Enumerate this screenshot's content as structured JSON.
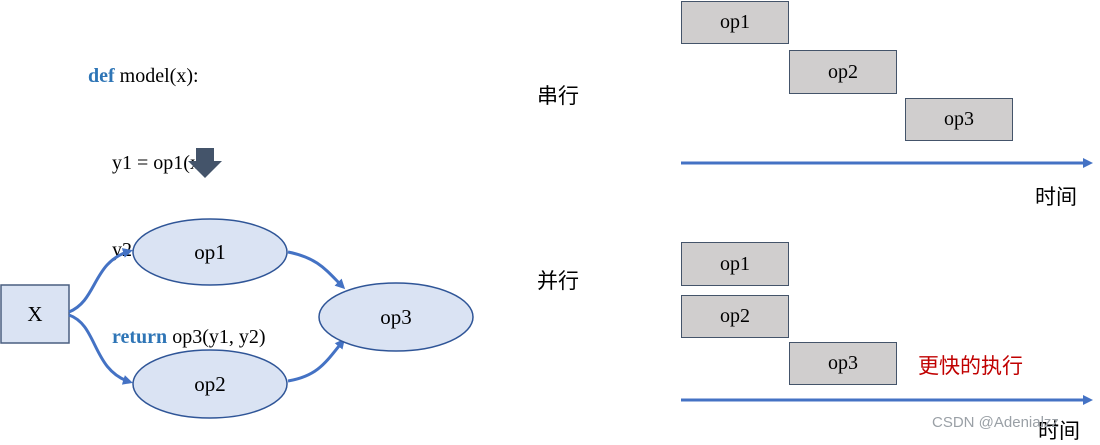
{
  "code": {
    "line1_kw": "def",
    "line1_rest": " model(x):",
    "line2": "y1 = op1(x)",
    "line3": "y2 = op2(x)",
    "line4_kw": "return",
    "line4_rest": " op3(y1, y2)"
  },
  "graph": {
    "input": "X",
    "op1": "op1",
    "op2": "op2",
    "op3": "op3"
  },
  "serial": {
    "label": "串行",
    "ops": [
      "op1",
      "op2",
      "op3"
    ],
    "time_label": "时间"
  },
  "parallel": {
    "label": "并行",
    "ops": [
      "op1",
      "op2",
      "op3"
    ],
    "time_label": "时间",
    "note": "更快的执行"
  },
  "watermark": "CSDN @Adenialzz",
  "colors": {
    "arrow_blue": "#4472c4",
    "node_fill": "#dae3f3",
    "box_fill": "#d0cece",
    "keyword": "#2e75b6",
    "note_red": "#c00000",
    "down_arrow": "#44546a"
  }
}
